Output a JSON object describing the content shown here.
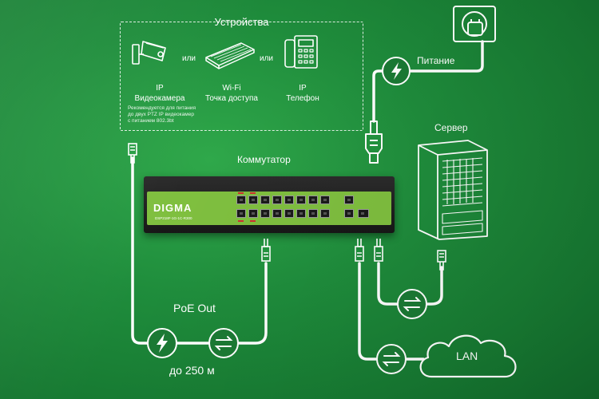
{
  "devices": {
    "title": "Устройства",
    "or_label": "или",
    "camera": {
      "line1": "IP",
      "line2": "Видеокамера"
    },
    "camera_note": [
      "Рекомендуется для питания",
      "до двух PTZ IP видеокамер",
      "с питанием 802.3bt"
    ],
    "wifi": {
      "line1": "Wi-Fi",
      "line2": "Точка доступа"
    },
    "phone": {
      "line1": "IP",
      "line2": "Телефон"
    }
  },
  "switch": {
    "title": "Коммутатор",
    "brand": "DIGMA",
    "model": "DSP218F-1G-1C-R300"
  },
  "power": {
    "label": "Питание"
  },
  "server": {
    "label": "Сервер"
  },
  "poe": {
    "label": "PoE Out",
    "distance": "до 250 м"
  },
  "lan": {
    "label": "LAN"
  },
  "colors": {
    "background": "#1f8d3c",
    "switch_face": "#7fbf3f",
    "line": "#ffffff",
    "icon_circle": "#1b7a34"
  }
}
